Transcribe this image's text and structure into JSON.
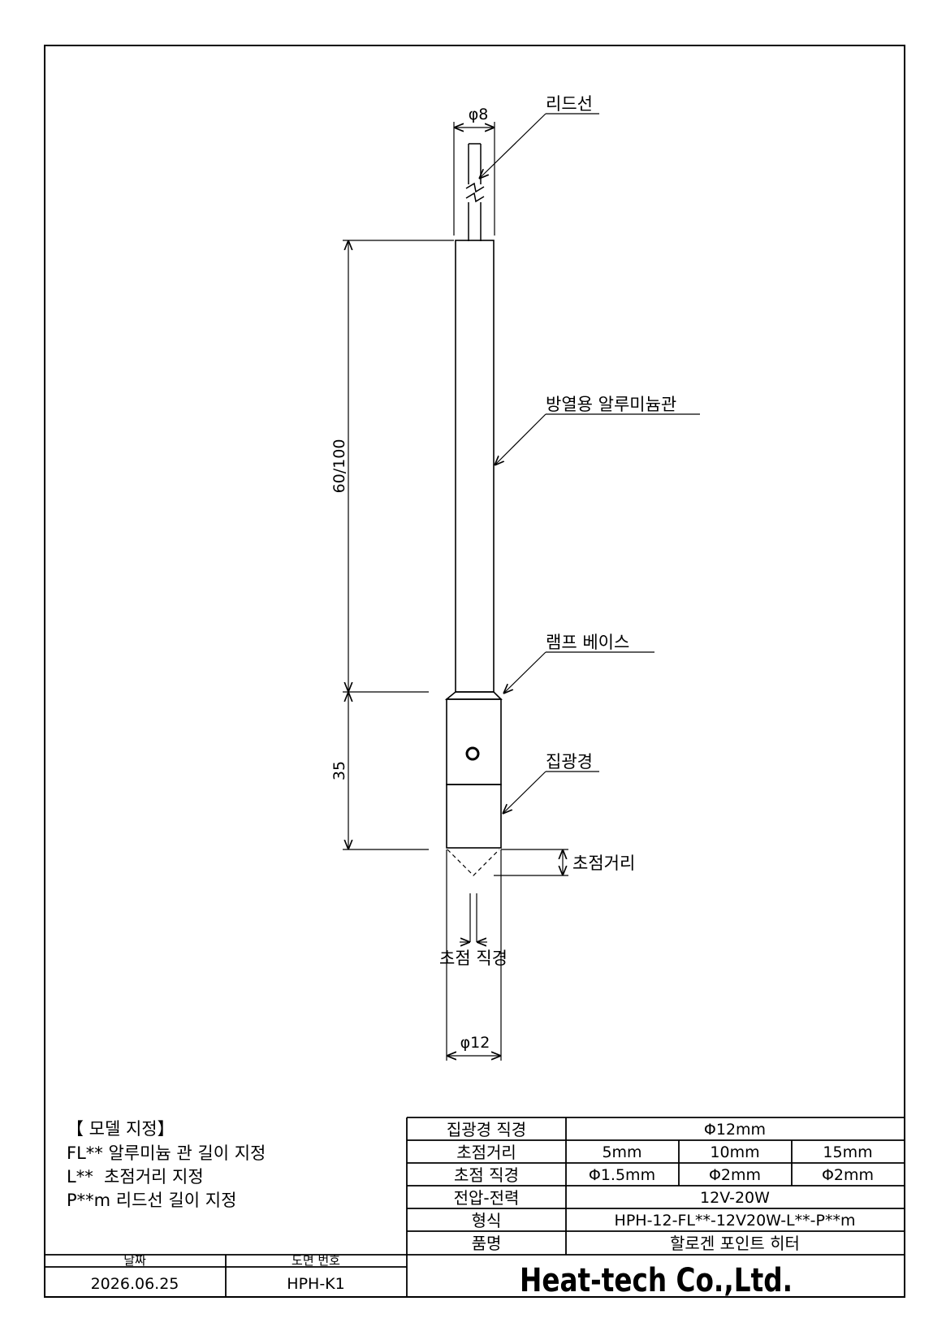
{
  "drawing": {
    "lead_wire_diameter": "φ8",
    "callout_lead_wire": "리드선",
    "callout_aluminum_tube": "방열용 알루미늄관",
    "callout_lamp_base": "램프 베이스",
    "callout_condenser": "집광경",
    "dim_tube_length": "60/100",
    "dim_base_length": "35",
    "focal_distance_label": "초점거리",
    "focal_diameter_label": "초점 직경",
    "body_diameter": "φ12"
  },
  "model_notes": {
    "title": "【 모델 지정】",
    "lines": [
      "FL** 알루미늄 관 길이 지정",
      "L**  초점거리 지정",
      "P**m 리드선 길이 지정"
    ]
  },
  "spec_table": {
    "rows": [
      {
        "label": "집광경 직경",
        "value": "Φ12mm"
      },
      {
        "label": "초점거리",
        "values": [
          "5mm",
          "10mm",
          "15mm"
        ]
      },
      {
        "label": "초점 직경",
        "values": [
          "Φ1.5mm",
          "Φ2mm",
          "Φ2mm"
        ]
      },
      {
        "label": "전압-전력",
        "value": "12V-20W"
      },
      {
        "label": "형식",
        "value": "HPH-12-FL**-12V20W-L**-P**m"
      },
      {
        "label": "품명",
        "value": "할로겐 포인트 히터"
      }
    ]
  },
  "title_block": {
    "date_label": "날짜",
    "date_value": "2026.06.25",
    "drawing_no_label": "도면 번호",
    "drawing_no_value": "HPH-K1",
    "company": "Heat-tech Co.,Ltd.",
    "brand_color": "#ff0000"
  }
}
